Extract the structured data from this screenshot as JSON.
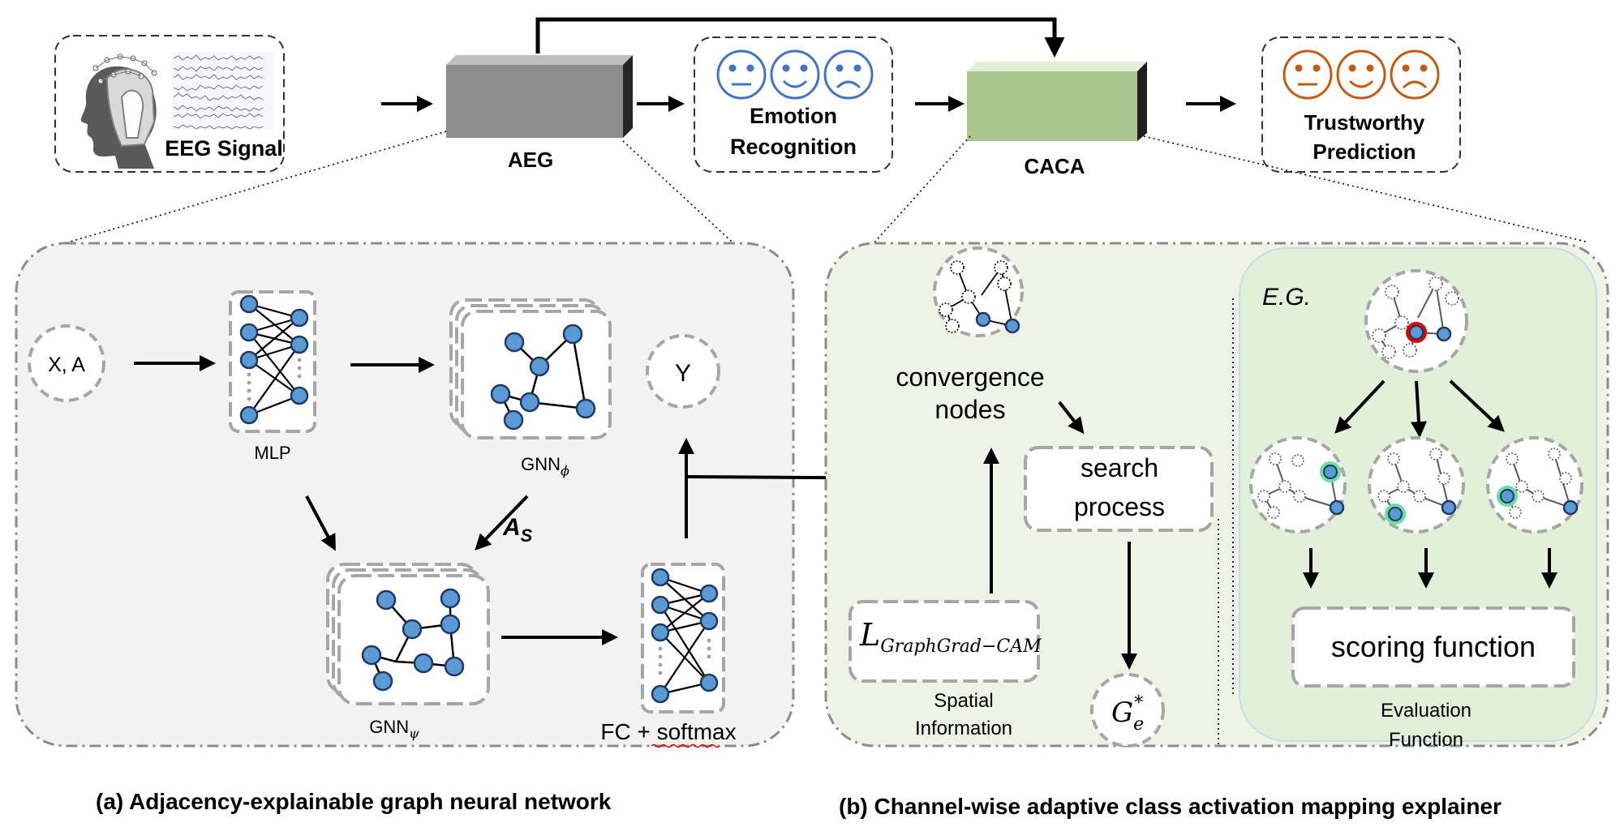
{
  "colors": {
    "node_fill": "#5b9bd5",
    "node_stroke": "#1f3864",
    "dashed_border": "#a6a6a6",
    "panel_a_bg": "#f2f2f2",
    "panel_b_bg": "#eef3e6",
    "eval_bg": "#e2efd9",
    "aeg_block": "#8c8c8c",
    "caca_block": "#a9c48f",
    "emoji_blue": "#4472c4",
    "emoji_red": "#c55a11",
    "highlight_red": "#e00000",
    "highlight_green": "#66e09a"
  },
  "top": {
    "eeg_label": "EEG Signal",
    "aeg_label": "AEG",
    "emotion_line1": "Emotion",
    "emotion_line2": "Recognition",
    "caca_label": "CACA",
    "trust_line1": "Trustworthy",
    "trust_line2": "Prediction"
  },
  "panel_a": {
    "input_label": "X, A",
    "mlp_label": "MLP",
    "gnn_phi_base": "GNN",
    "gnn_phi_sub": "ϕ",
    "output_label": "Y",
    "as_base": "A",
    "as_sub": "S",
    "gnn_psi_base": "GNN",
    "gnn_psi_sub": "ψ",
    "fc_label": "FC + softmax",
    "caption_prefix": "(a)",
    "caption_text": "Adjacency-explainable graph neural network"
  },
  "panel_b": {
    "convergence_line1": "convergence",
    "convergence_line2": "nodes",
    "search_line1": "search",
    "search_line2": "process",
    "loss_base": "L",
    "loss_sub": "GraphGrad−CAM",
    "spatial_line1": "Spatial",
    "spatial_line2": "Information",
    "ge_base": "G",
    "ge_sub": "e",
    "ge_sup": "*",
    "eg_label": "E.G.",
    "scoring_label": "scoring function",
    "eval_line1": "Evaluation",
    "eval_line2": "Function",
    "caption_prefix": "(b)",
    "caption_text": "Channel-wise adaptive class activation mapping explainer"
  },
  "icons": {
    "head": "eeg-head-icon",
    "waves": "eeg-waveform-icon",
    "neutral": "neutral-face-icon",
    "happy": "happy-face-icon",
    "sad": "sad-face-icon"
  }
}
